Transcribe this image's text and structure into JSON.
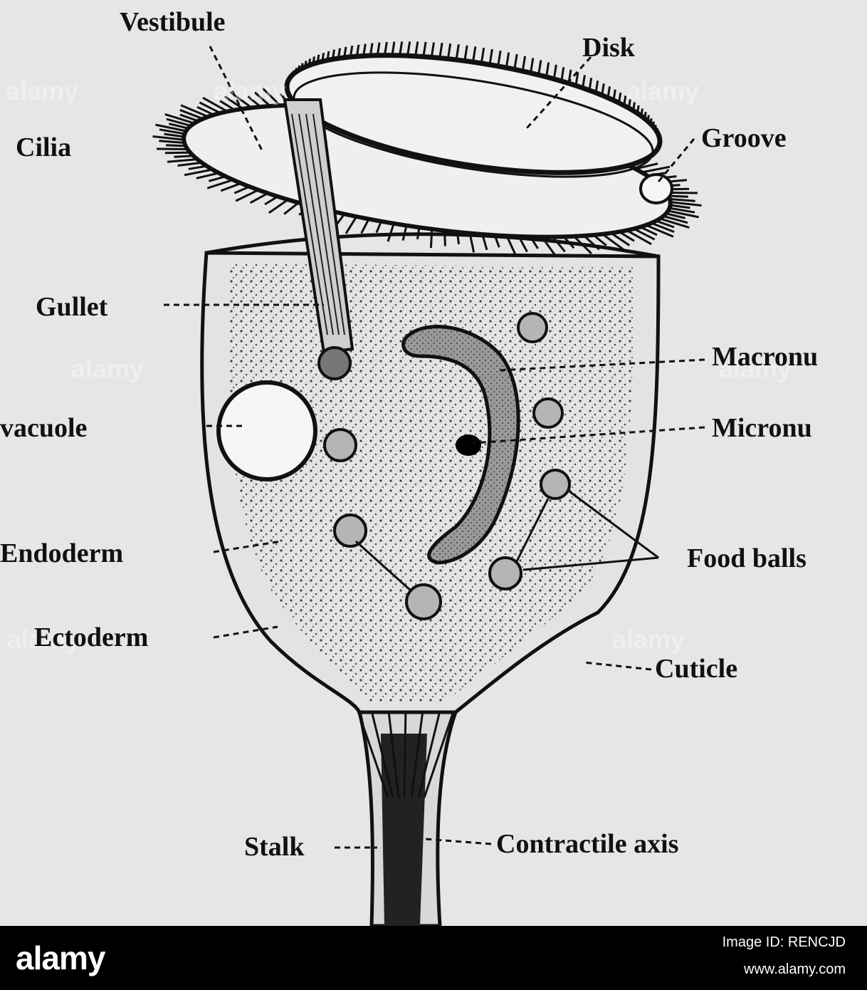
{
  "labels": {
    "vestibule": "Vestibule",
    "disk": "Disk",
    "groove": "Groove",
    "cilia": "Cilia",
    "gullet": "Gullet",
    "macronucleus": "Macronu",
    "vacuole": "vacuole",
    "micronucleus": "Micronu",
    "food_balls": "Food balls",
    "endoderm": "Endoderm",
    "ectoderm": "Ectoderm",
    "cuticle": "Cuticle",
    "stalk": "Stalk",
    "contractile_axis": "Contractile axis"
  },
  "watermark": {
    "text": "alamy"
  },
  "footer": {
    "logo": "alamy",
    "image_id": "Image ID: RENCJD",
    "url": "www.alamy.com"
  },
  "colors": {
    "ink": "#111111",
    "paper": "#e6e6e6",
    "footer_bg": "#000000"
  }
}
